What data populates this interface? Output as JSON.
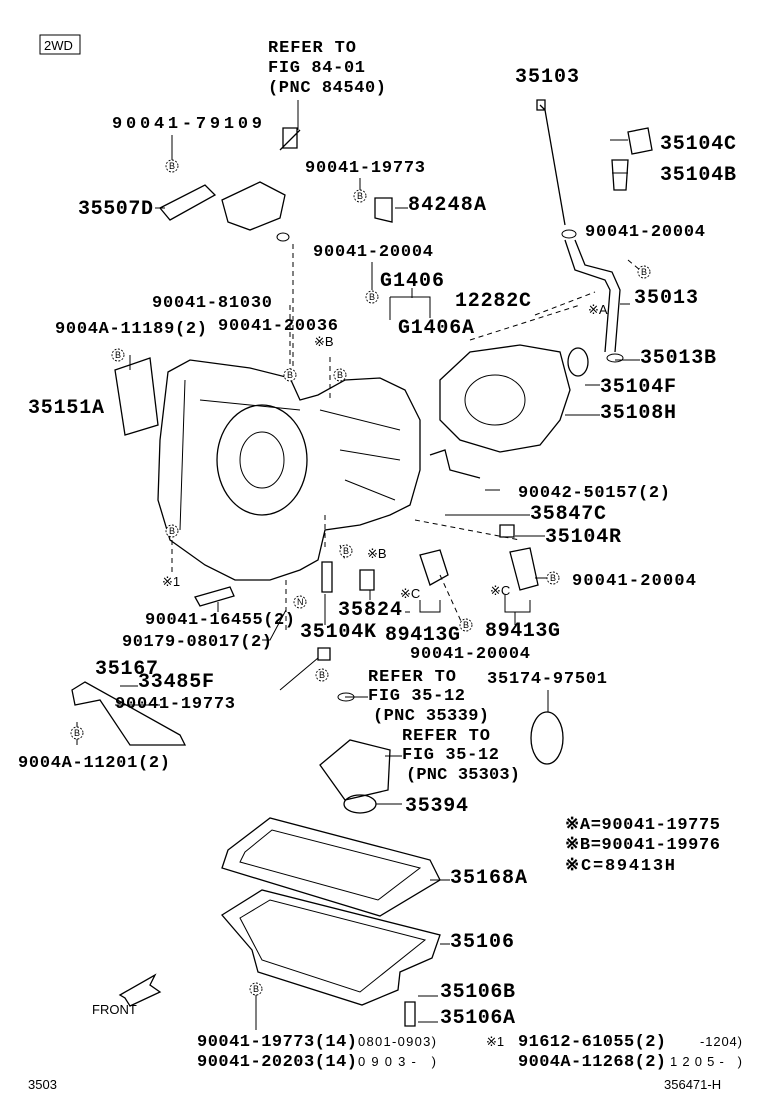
{
  "badge": "2WD",
  "refer1": {
    "l1": "REFER TO",
    "l2": "FIG 84-01",
    "l3": "(PNC 84540)"
  },
  "refer2": {
    "l1": "REFER TO",
    "l2": "FIG 35-12",
    "l3": "(PNC 35339)"
  },
  "refer3": {
    "l1": "REFER TO",
    "l2": "FIG 35-12",
    "l3": "(PNC 35303)"
  },
  "labels": {
    "p35103": "35103",
    "p90041_79109": "90041-79109",
    "p35104C": "35104C",
    "p90041_19773_a": "90041-19773",
    "p35104B": "35104B",
    "p35507D": "35507D",
    "p84248A": "84248A",
    "p90041_20004_a": "90041-20004",
    "p90041_20004_b": "90041-20004",
    "pG1406": "G1406",
    "p35013": "35013",
    "p90041_81030": "90041-81030",
    "p12282C": "12282C",
    "p9004A_11189": "9004A-11189(2)",
    "p90041_20036": "90041-20036",
    "pG1406A": "G1406A",
    "p35013B": "35013B",
    "p35104F": "35104F",
    "p35151A": "35151A",
    "p35108H": "35108H",
    "p90042_50157": "90042-50157(2)",
    "p35847C": "35847C",
    "p35104R": "35104R",
    "p90041_20004_c": "90041-20004",
    "p35824": "35824",
    "p90041_16455": "90041-16455(2)",
    "p35104K": "35104K",
    "p89413G_a": "89413G",
    "p89413G_b": "89413G",
    "p90179_08017": "90179-08017(2)",
    "p90041_20004_d": "90041-20004",
    "p35167": "35167",
    "p35174_97501": "35174-97501",
    "p33485F": "33485F",
    "p90041_19773_b": "90041-19773",
    "p9004A_11201": "9004A-11201(2)",
    "p35394": "35394",
    "p35168A": "35168A",
    "p35106": "35106",
    "p35106B": "35106B",
    "p35106A": "35106A",
    "p90041_19773_c": "90041-19773(14)",
    "p90041_20203": "90041-20203(14)",
    "p91612_61055": "91612-61055(2)",
    "p9004A_11268": "9004A-11268(2)"
  },
  "marks": {
    "A": "※A",
    "B": "※B",
    "C": "※C",
    "one": "※1",
    "circB": "B",
    "circN": "N"
  },
  "legend": {
    "a": "※A=90041-19775",
    "b": "※B=90041-19976",
    "c": "※C=89413H"
  },
  "dates": {
    "d1": "0801-0903)",
    "d2": "0903-      )",
    "d3": "-1204)",
    "d4": "1205-      )"
  },
  "front_label": "FRONT",
  "footer": {
    "left": "3503",
    "right": "356471-H"
  }
}
